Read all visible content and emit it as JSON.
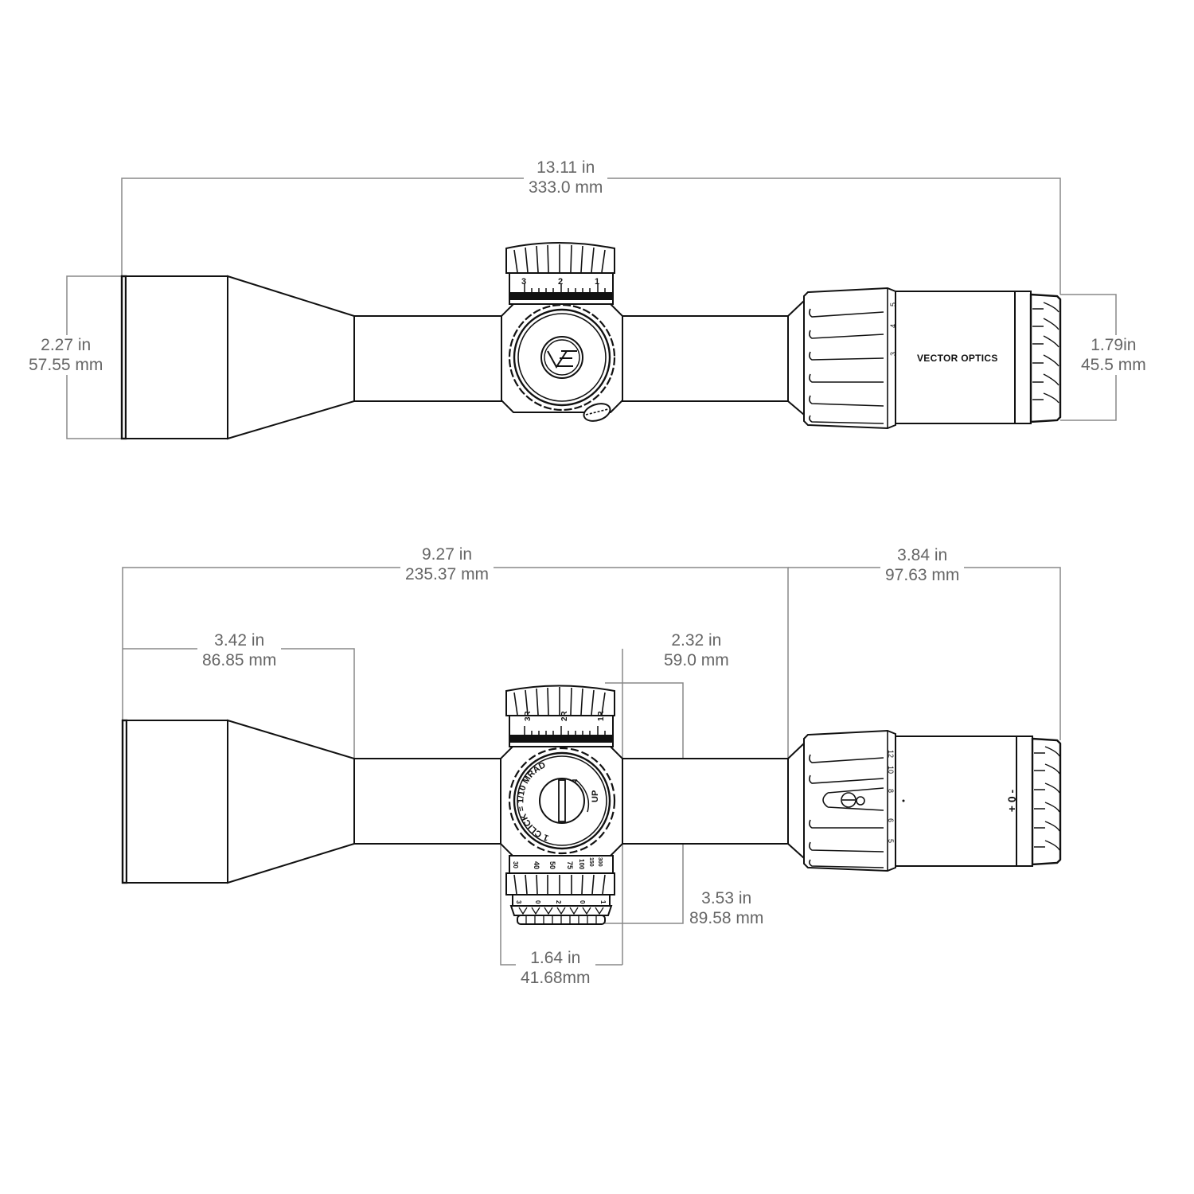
{
  "figure": {
    "subject": "Rifle scope dimension drawing",
    "brand_text": "VECTOR OPTICS",
    "logo_text": "VE",
    "line_color": "#111111",
    "dimension_color": "#666666",
    "background": "#ffffff"
  },
  "top_view": {
    "dimensions": {
      "overall_length": {
        "inch": "13.11 in",
        "mm": "333.0 mm"
      },
      "objective_diameter": {
        "inch": "2.27 in",
        "mm": "57.55 mm"
      },
      "eyepiece_diameter": {
        "inch": "1.79in",
        "mm": "45.5 mm"
      }
    },
    "turret": {
      "scale_labels": [
        "3",
        "2",
        "1"
      ]
    },
    "magnification_ring_labels": [
      "5",
      "4",
      "3"
    ]
  },
  "side_view": {
    "dimensions": {
      "objective_to_saddle": {
        "inch": "9.27 in",
        "mm": "235.37 mm"
      },
      "eyepiece_length": {
        "inch": "3.84 in",
        "mm": "97.63 mm"
      },
      "objective_bell_length": {
        "inch": "3.42 in",
        "mm": "86.85 mm"
      },
      "turret_to_power_ring": {
        "inch": "2.32 in",
        "mm": "59.0 mm"
      },
      "turret_height": {
        "inch": "3.53 in",
        "mm": "89.58 mm"
      },
      "saddle_width": {
        "inch": "1.64 in",
        "mm": "41.68mm"
      }
    },
    "elevation_turret": {
      "scale_labels": [
        "3R",
        "2R",
        "1R"
      ]
    },
    "windage_cap": {
      "text_left": "1 CLICK = 1/10 MRAD",
      "text_right": "UP"
    },
    "parallax_turret": {
      "distance_labels": [
        "30",
        "40",
        "50",
        "75",
        "100",
        "150",
        "300"
      ],
      "illumination_labels": [
        "3",
        "0",
        "2",
        "0",
        "1"
      ]
    },
    "magnification_ring_labels": [
      "12",
      "10",
      "8",
      "6",
      "5"
    ],
    "diopter_labels": "+ 0 -"
  }
}
